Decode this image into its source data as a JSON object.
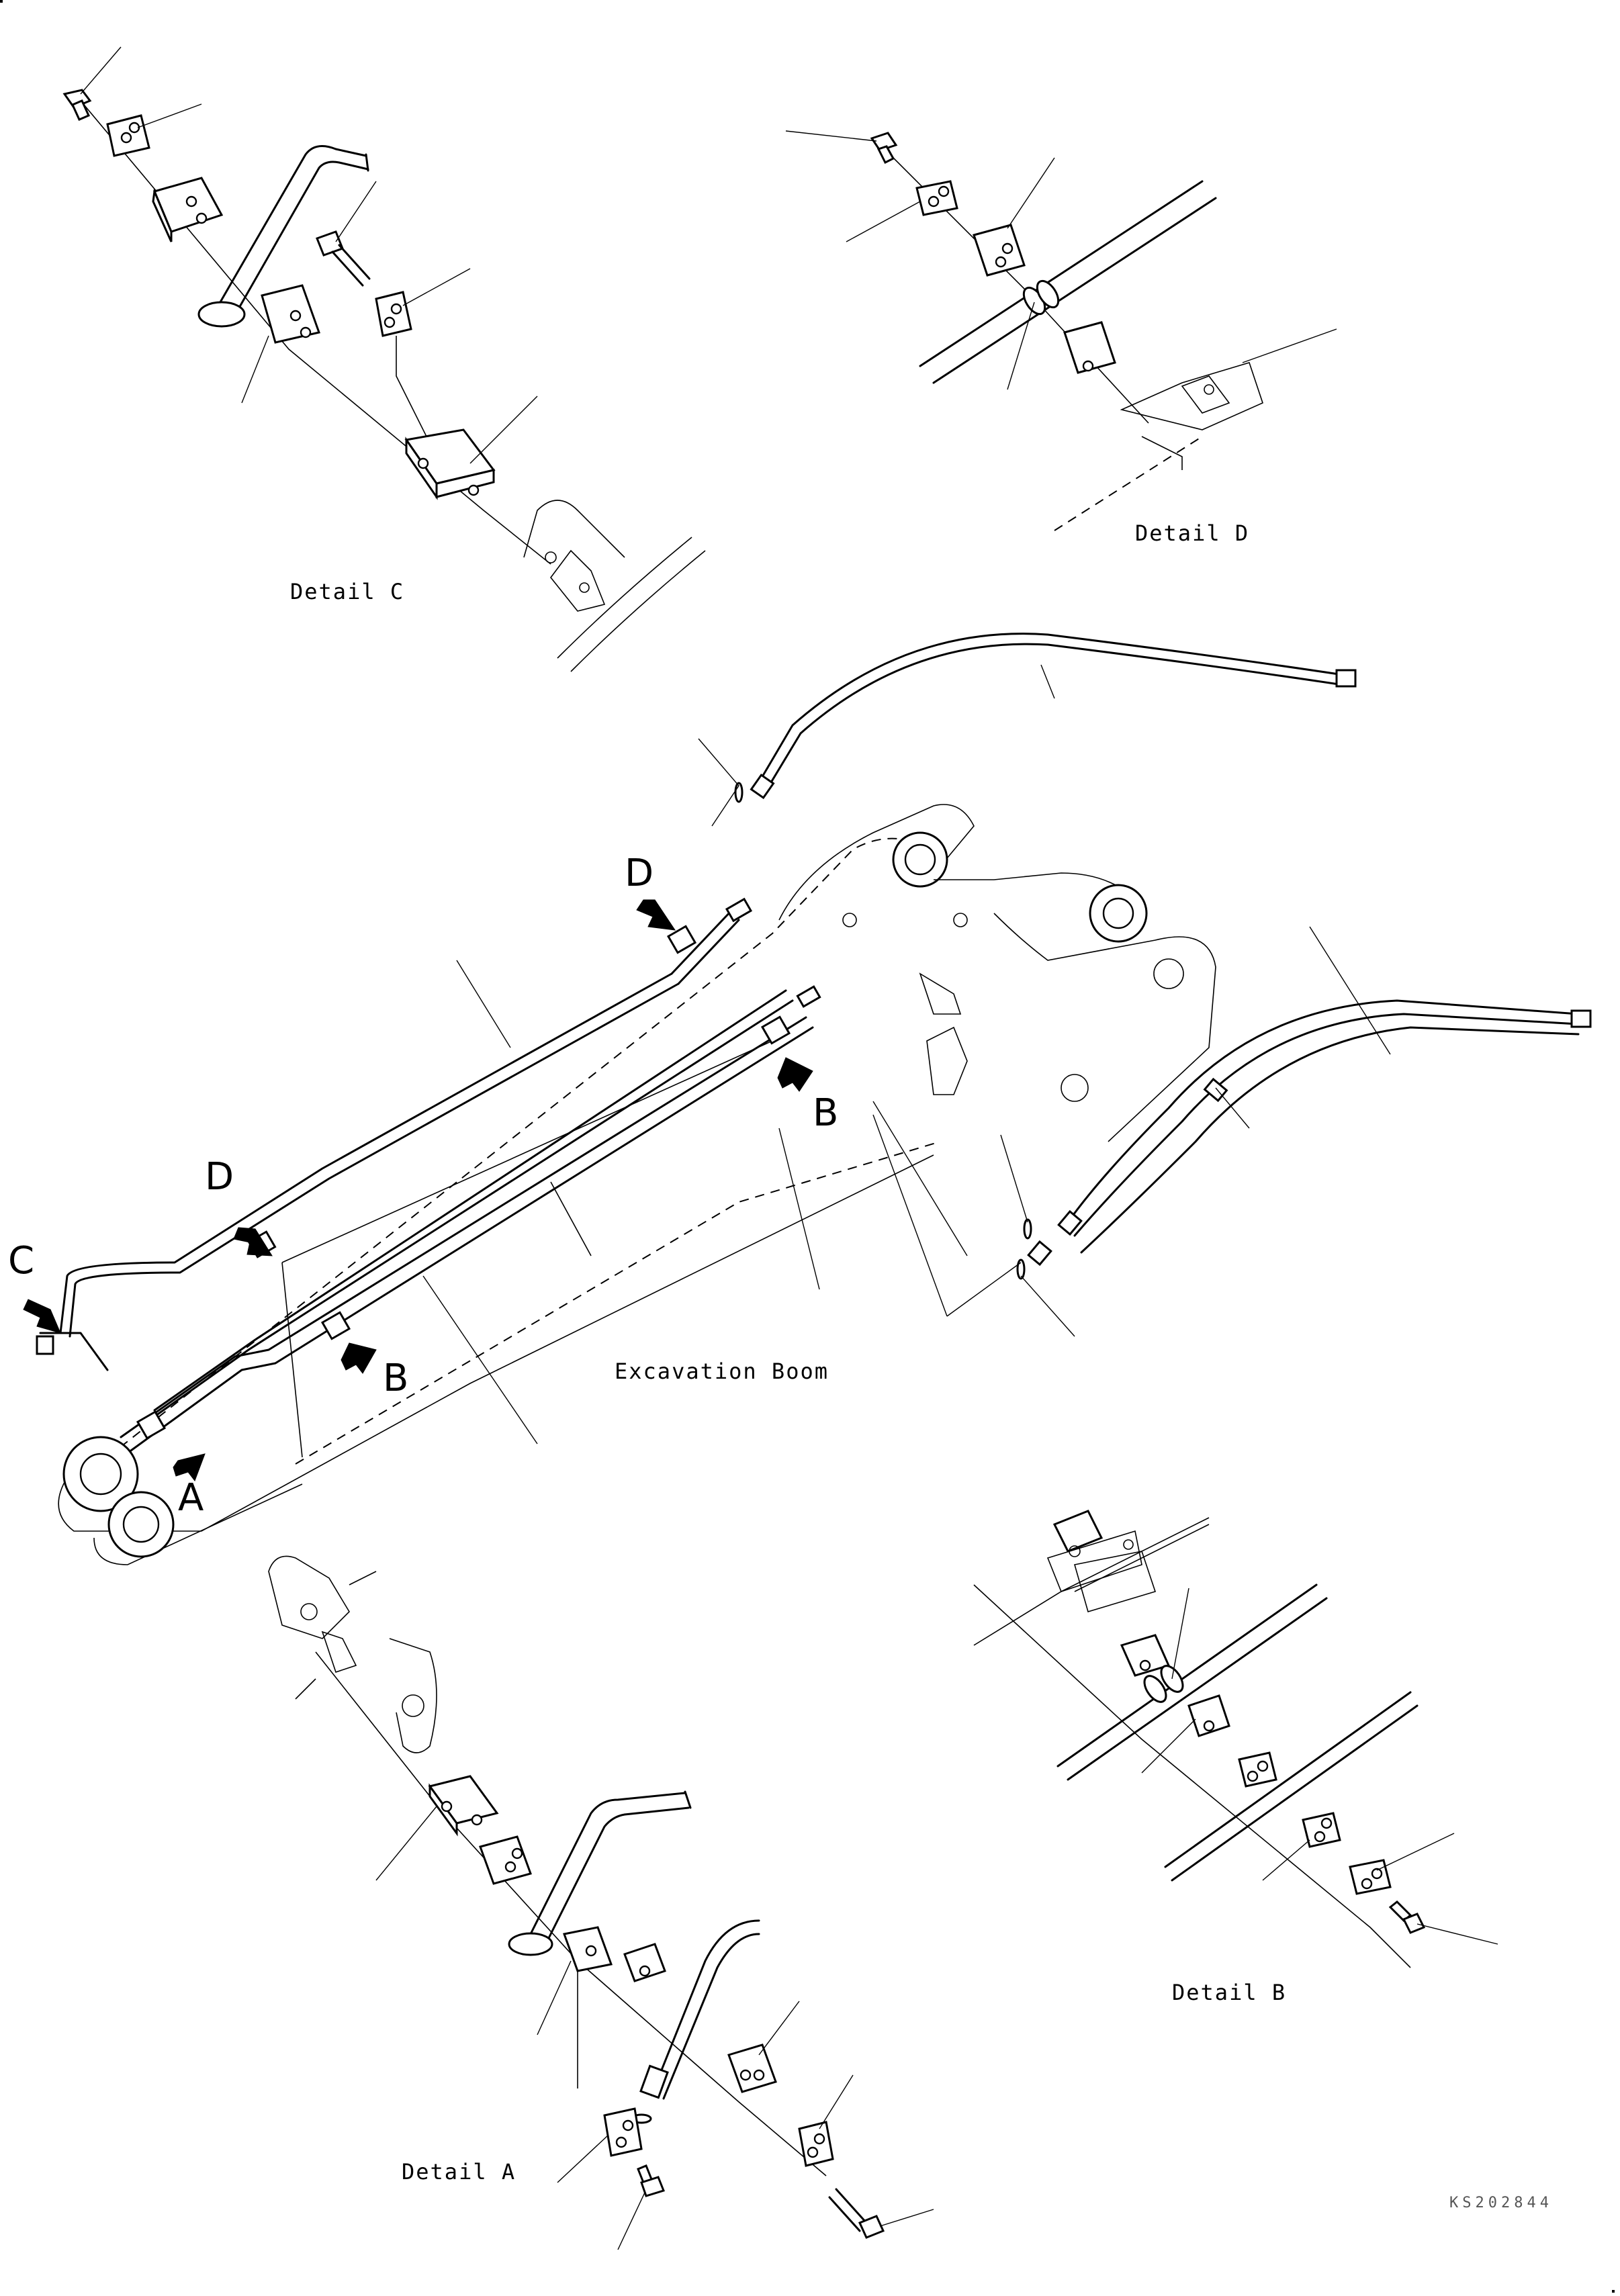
{
  "captions": {
    "detail_a": "Detail A",
    "detail_b": "Detail B",
    "detail_c": "Detail C",
    "detail_d": "Detail D",
    "boom": "Excavation Boom"
  },
  "callouts": {
    "a": "A",
    "b1": "B",
    "b2": "B",
    "c": "C",
    "d1": "D",
    "d2": "D"
  },
  "drawing_code": "KS202844"
}
